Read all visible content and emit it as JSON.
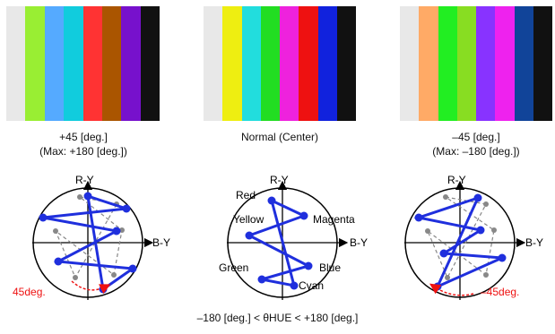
{
  "panels": [
    {
      "id": "plus45",
      "bar_colors": [
        "#e8e8e8",
        "#99ee33",
        "#55aaff",
        "#11ccdd",
        "#ff3333",
        "#aa5500",
        "#7711cc",
        "#111111"
      ],
      "caption_line1": "+45 [deg.]",
      "caption_line2": "(Max: +180 [deg.])",
      "vector_labels": {
        "ry": "R-Y",
        "by": "B-Y",
        "angle": "45deg."
      }
    },
    {
      "id": "normal",
      "bar_colors": [
        "#e8e8e8",
        "#eeee11",
        "#22dddd",
        "#22dd22",
        "#ee22dd",
        "#ee1111",
        "#1122dd",
        "#111111"
      ],
      "caption_line1": "Normal (Center)",
      "vector_labels": {
        "ry": "R-Y",
        "by": "B-Y",
        "red": "Red",
        "yellow": "Yellow",
        "magenta": "Magenta",
        "green": "Green",
        "blue": "Blue",
        "cyan": "Cyan"
      }
    },
    {
      "id": "minus45",
      "bar_colors": [
        "#e8e8e8",
        "#ffaa66",
        "#22ee22",
        "#88dd22",
        "#8833ff",
        "#ee22ee",
        "#114499",
        "#111111"
      ],
      "caption_line1": "–45 [deg.]",
      "caption_line2": "(Max: –180 [deg.])",
      "vector_labels": {
        "ry": "R-Y",
        "by": "B-Y",
        "angle": "–45deg."
      }
    }
  ],
  "footer": "–180 [deg.] < θHUE < +180 [deg.]",
  "colors": {
    "vector": "#1f2fdd",
    "angle": "#ee1111",
    "dashed": "#888888"
  }
}
